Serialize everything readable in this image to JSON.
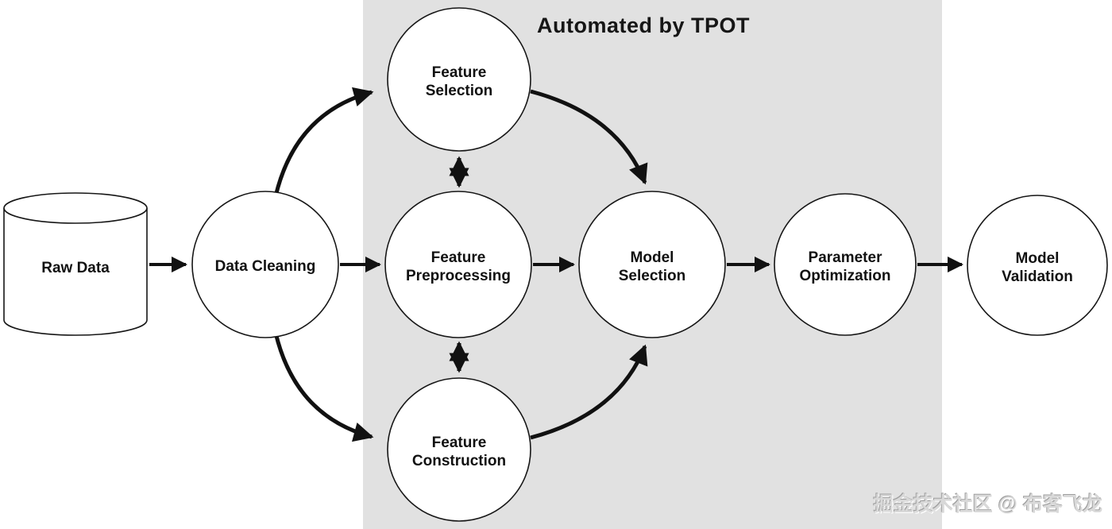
{
  "diagram": {
    "title": "Automated by TPOT",
    "watermark": "掘金技术社区 @ 布客飞龙",
    "colors": {
      "background": "#ffffff",
      "automated_region": "#e1e1e1",
      "node_fill": "#ffffff",
      "node_stroke": "#161616",
      "arrow": "#111111",
      "text": "#111111",
      "watermark": "#d9d9d9"
    },
    "nodes": [
      {
        "id": "raw-data",
        "shape": "cylinder",
        "lines": [
          "Raw Data"
        ]
      },
      {
        "id": "data-cleaning",
        "shape": "circle",
        "lines": [
          "Data Cleaning"
        ]
      },
      {
        "id": "feature-selection",
        "shape": "circle",
        "lines": [
          "Feature",
          "Selection"
        ],
        "automated": true
      },
      {
        "id": "feature-preprocessing",
        "shape": "circle",
        "lines": [
          "Feature",
          "Preprocessing"
        ],
        "automated": true
      },
      {
        "id": "feature-construction",
        "shape": "circle",
        "lines": [
          "Feature",
          "Construction"
        ],
        "automated": true
      },
      {
        "id": "model-selection",
        "shape": "circle",
        "lines": [
          "Model",
          "Selection"
        ],
        "automated": true
      },
      {
        "id": "parameter-optimization",
        "shape": "circle",
        "lines": [
          "Parameter",
          "Optimization"
        ],
        "automated": true
      },
      {
        "id": "model-validation",
        "shape": "circle",
        "lines": [
          "Model",
          "Validation"
        ]
      }
    ],
    "edges": [
      {
        "from": "raw-data",
        "to": "data-cleaning",
        "style": "straight-arrow"
      },
      {
        "from": "data-cleaning",
        "to": "feature-selection",
        "style": "curved-arrow"
      },
      {
        "from": "data-cleaning",
        "to": "feature-preprocessing",
        "style": "straight-arrow"
      },
      {
        "from": "data-cleaning",
        "to": "feature-construction",
        "style": "curved-arrow"
      },
      {
        "from": "feature-selection",
        "to": "feature-preprocessing",
        "style": "double-arrow"
      },
      {
        "from": "feature-preprocessing",
        "to": "feature-construction",
        "style": "double-arrow"
      },
      {
        "from": "feature-selection",
        "to": "model-selection",
        "style": "curved-arrow"
      },
      {
        "from": "feature-preprocessing",
        "to": "model-selection",
        "style": "straight-arrow"
      },
      {
        "from": "feature-construction",
        "to": "model-selection",
        "style": "curved-arrow"
      },
      {
        "from": "model-selection",
        "to": "parameter-optimization",
        "style": "straight-arrow"
      },
      {
        "from": "parameter-optimization",
        "to": "model-validation",
        "style": "straight-arrow"
      }
    ]
  }
}
